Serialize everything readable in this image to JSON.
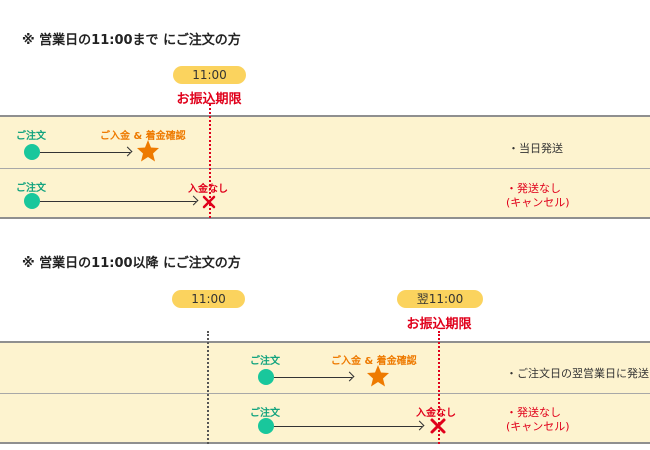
{
  "section1": {
    "heading": "※ 営業日の11:00まで にご注文の方",
    "time_label": "11:00",
    "deadline_label": "お振込期限",
    "row1": {
      "order_label": "ご注文",
      "event_label": "ご入金 & 着金確認",
      "result": "・当日発送"
    },
    "row2": {
      "order_label": "ご注文",
      "event_label": "入金なし",
      "result_line1": "・発送なし",
      "result_line2": "(キャンセル)"
    }
  },
  "section2": {
    "heading": "※ 営業日の11:00以降 にご注文の方",
    "time_label": "11:00",
    "next_time_label": "翌11:00",
    "deadline_label": "お振込期限",
    "row1": {
      "order_label": "ご注文",
      "event_label": "ご入金 & 着金確認",
      "result": "・ご注文日の翌営業日に発送"
    },
    "row2": {
      "order_label": "ご注文",
      "event_label": "入金なし",
      "result_line1": "・発送なし",
      "result_line2": "(キャンセル)"
    }
  },
  "colors": {
    "highlight": "#fbd35e",
    "band": "#fdf3cf",
    "deadline_red": "#e0001b",
    "order_green": "#19c79c",
    "event_orange": "#ee7a00"
  },
  "icons": {
    "payment": "star-icon",
    "no_payment": "cross-icon",
    "order": "dot-icon"
  }
}
